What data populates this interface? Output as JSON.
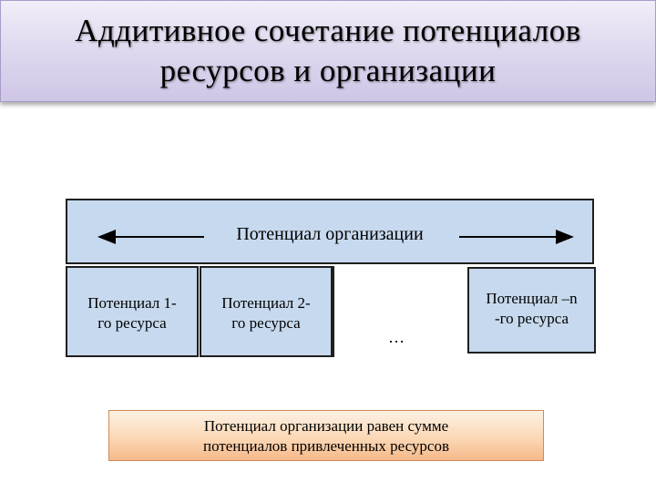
{
  "title": {
    "line1": "Аддитивное сочетание потенциалов",
    "line2": "ресурсов и организации"
  },
  "organization": {
    "label": "Потенциал организации"
  },
  "resources": [
    {
      "line1": "Потенциал 1-",
      "line2": "го ресурса"
    },
    {
      "line1": "Потенциал 2-",
      "line2": "го ресурса"
    },
    {
      "line1": "Потенциал –n",
      "line2": "-го ресурса"
    }
  ],
  "ellipsis": "…",
  "summary": {
    "line1": "Потенциал организации равен сумме",
    "line2": "потенциалов привлеченных ресурсов"
  }
}
